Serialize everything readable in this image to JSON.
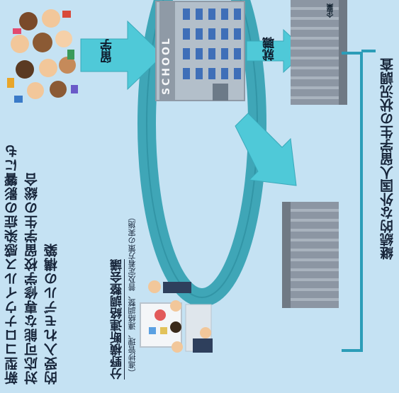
{
  "title": {
    "line1": "新型コロナウイルス感染症の影響にも",
    "line2": "対応可能な専修学校留学生の総合",
    "line3": "的受入れモデルの構築"
  },
  "labels": {
    "study_abroad": "留学",
    "employment": "就職",
    "school_sign": "SCHOOL",
    "company_sign": "企業"
  },
  "council": {
    "name": "分野横断連絡調整会議",
    "description": "（進捗管理、連絡調整、普及定着方策の実施）"
  },
  "survey": {
    "name": "継続的な外国人留学生の状況調査"
  },
  "colors": {
    "background": "#c5e2f3",
    "loop": "#3fa6b7",
    "arrow": "#4fc9d8",
    "bracket": "#2c9db8",
    "text": "#17253a"
  }
}
